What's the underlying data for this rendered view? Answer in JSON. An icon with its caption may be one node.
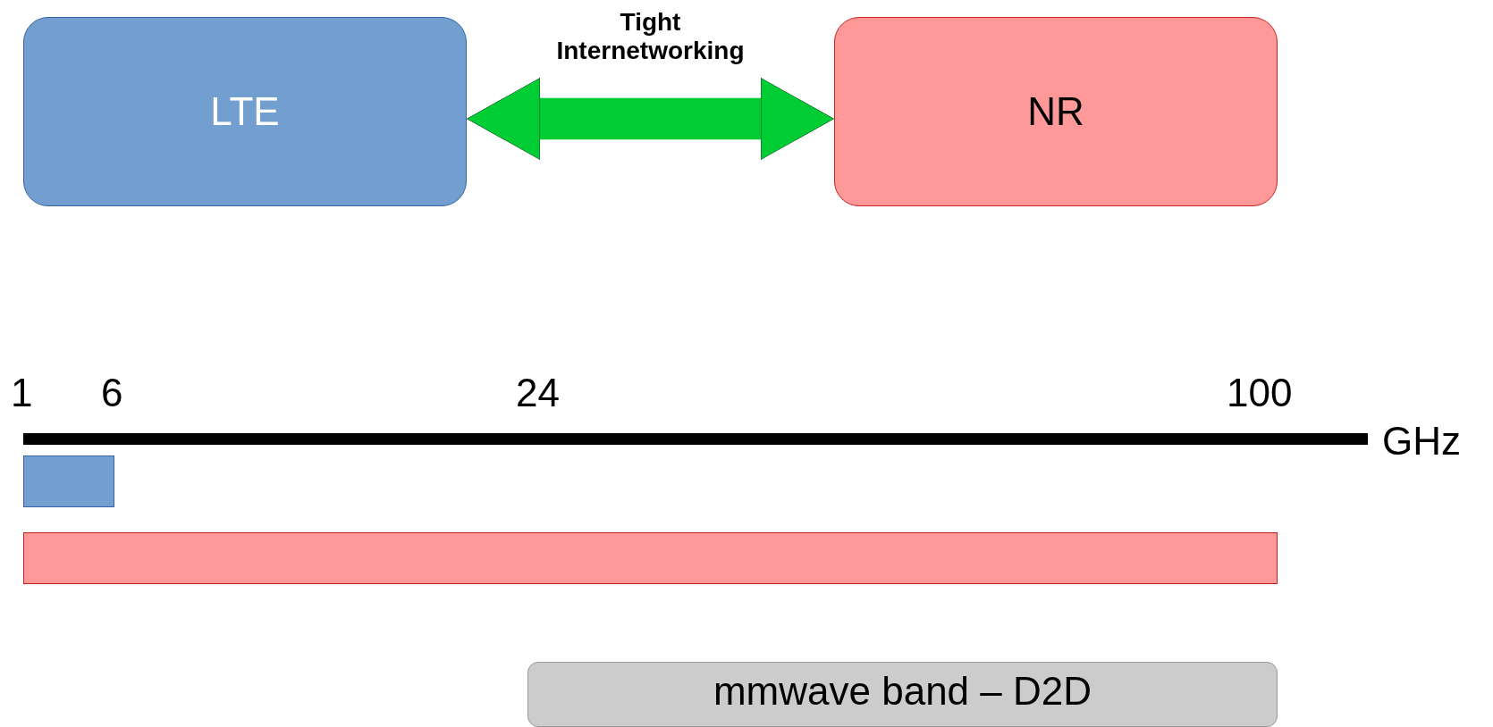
{
  "diagram": {
    "nodes": [
      {
        "text": [
          "LTE"
        ]
      },
      {
        "text": [
          "NR"
        ]
      },
      {
        "text": [],
        "shape": "bar"
      },
      {
        "text": [],
        "shape": "bar"
      },
      {
        "text": [
          "mmwave band – D2D"
        ]
      }
    ],
    "edges": [
      {
        "from": 0,
        "to": 1,
        "arrow": "both",
        "label": "Tight Internetworking"
      }
    ],
    "labels": [
      "1",
      "6",
      "24",
      "100",
      "GHz"
    ]
  }
}
